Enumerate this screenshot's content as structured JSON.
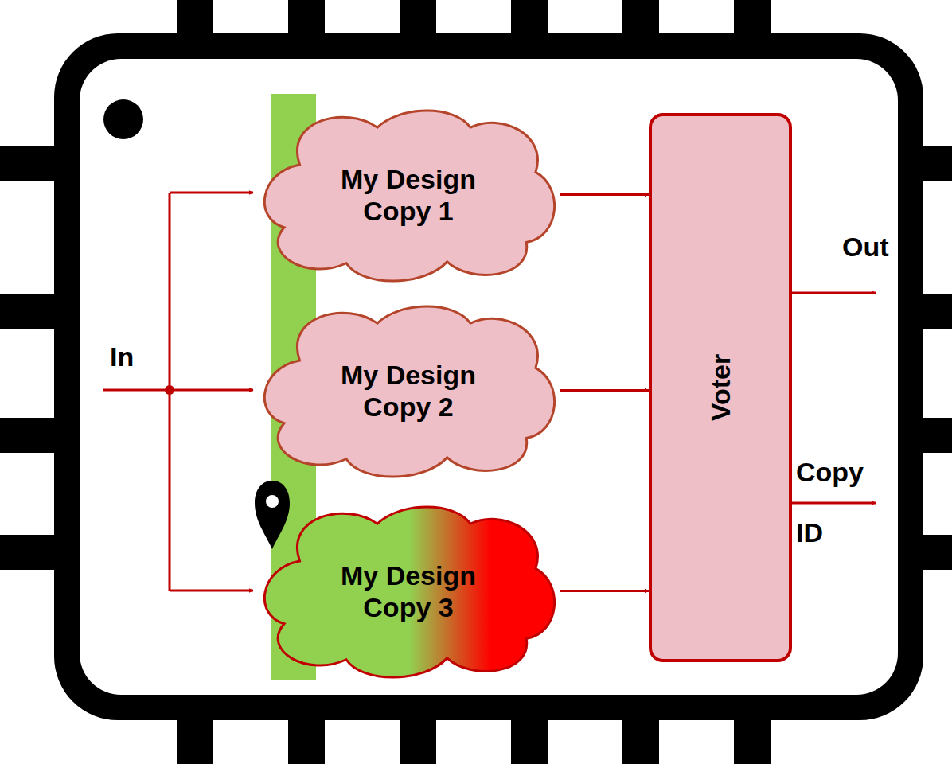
{
  "diagram": {
    "nodes": [
      {
        "text": [
          "My Design Copy 1"
        ]
      },
      {
        "text": [
          "My Design Copy 2"
        ]
      },
      {
        "text": [
          "My Design Copy 3"
        ]
      },
      {
        "text": [
          "Voter"
        ]
      }
    ],
    "edges": [
      {
        "from": 0,
        "to": 3,
        "arrow": "to"
      },
      {
        "from": 1,
        "to": 3,
        "arrow": "to"
      },
      {
        "from": 2,
        "to": 3,
        "arrow": "to"
      }
    ],
    "labels": [
      "In",
      "Out",
      "Copy ID"
    ]
  }
}
